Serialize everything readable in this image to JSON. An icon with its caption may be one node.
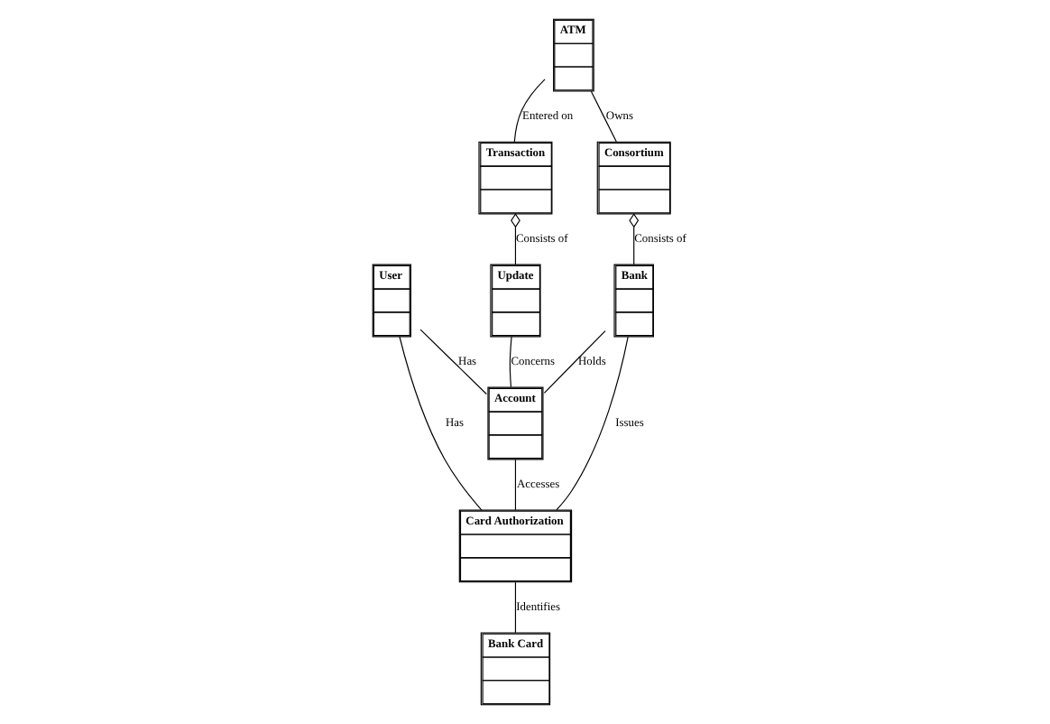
{
  "diagram": {
    "nodes": [
      {
        "text": [
          "Transaction"
        ]
      },
      {
        "text": [
          "Update"
        ]
      },
      {
        "text": [
          "ATM"
        ]
      },
      {
        "text": [
          "Consortium"
        ]
      },
      {
        "text": [
          "User"
        ]
      },
      {
        "text": [
          "Card Authorization"
        ]
      },
      {
        "text": [
          "Bank Card"
        ]
      },
      {
        "text": [
          "Bank"
        ]
      },
      {
        "text": [
          "Account"
        ]
      }
    ],
    "edges": [
      {
        "from": 2,
        "to": 0,
        "arrow": "none",
        "label": "Entered on"
      },
      {
        "from": 0,
        "to": 1,
        "arrow": "other",
        "label": "Consists of"
      },
      {
        "from": 2,
        "to": 3,
        "arrow": "none",
        "label": "Owns"
      },
      {
        "from": 3,
        "to": 7,
        "arrow": "other",
        "label": "Consists of"
      },
      {
        "from": 7,
        "to": 5,
        "arrow": "none",
        "label": "Issues"
      },
      {
        "from": 4,
        "to": 5,
        "arrow": "none",
        "label": "Has"
      },
      {
        "from": 4,
        "to": 8,
        "arrow": "none",
        "label": "Has"
      },
      {
        "from": 5,
        "to": 6,
        "arrow": "none",
        "label": "Identifies"
      },
      {
        "from": 7,
        "to": 8,
        "arrow": "none",
        "label": "Holds"
      },
      {
        "from": 8,
        "to": 5,
        "arrow": "none",
        "label": "Accesses"
      },
      {
        "from": 1,
        "to": 8,
        "arrow": "none",
        "label": "Concerns"
      }
    ]
  }
}
